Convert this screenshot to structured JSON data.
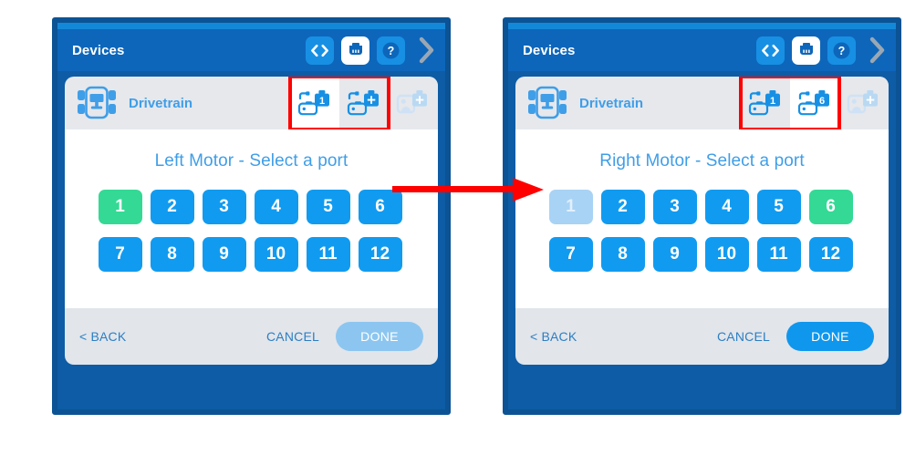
{
  "page": {
    "background": "#ffffff",
    "accent_blue": "#0d66ba",
    "frame_blue": "#0b5394",
    "port_blue": "#119bf0",
    "port_green": "#33d995",
    "port_disabled": "#a8d3f5",
    "highlight_red": "#ff0000"
  },
  "arrow": {
    "name": "transition-arrow",
    "color": "#ff0000",
    "direction": "right"
  },
  "panels": [
    {
      "id": "left",
      "header": {
        "title": "Devices",
        "icons": [
          {
            "name": "code-icon",
            "glyph": "<>",
            "style": "blue"
          },
          {
            "name": "brain-port-icon",
            "glyph": "port",
            "style": "white"
          },
          {
            "name": "help-icon",
            "glyph": "?",
            "style": "blue"
          },
          {
            "name": "chevron-right-icon",
            "glyph": ">",
            "style": "plain"
          }
        ]
      },
      "device": {
        "icon_name": "drivetrain-icon",
        "label": "Drivetrain",
        "chips": [
          {
            "name": "left-motor-chip",
            "badge": "1",
            "state": "active"
          },
          {
            "name": "right-motor-chip",
            "badge": "+",
            "state": "inactive"
          },
          {
            "name": "add-sensor-chip",
            "badge": "+",
            "state": "faded"
          }
        ],
        "highlight": {
          "name": "motor-chips-highlight",
          "visible": true
        }
      },
      "prompt": "Left Motor - Select a port",
      "ports": [
        {
          "label": "1",
          "state": "selected"
        },
        {
          "label": "2",
          "state": "normal"
        },
        {
          "label": "3",
          "state": "normal"
        },
        {
          "label": "4",
          "state": "normal"
        },
        {
          "label": "5",
          "state": "normal"
        },
        {
          "label": "6",
          "state": "normal"
        },
        {
          "label": "7",
          "state": "normal"
        },
        {
          "label": "8",
          "state": "normal"
        },
        {
          "label": "9",
          "state": "normal"
        },
        {
          "label": "10",
          "state": "normal"
        },
        {
          "label": "11",
          "state": "normal"
        },
        {
          "label": "12",
          "state": "normal"
        }
      ],
      "footer": {
        "back": "< BACK",
        "cancel": "CANCEL",
        "done": "DONE",
        "done_state": "disabled"
      }
    },
    {
      "id": "right",
      "header": {
        "title": "Devices",
        "icons": [
          {
            "name": "code-icon",
            "glyph": "<>",
            "style": "blue"
          },
          {
            "name": "brain-port-icon",
            "glyph": "port",
            "style": "white"
          },
          {
            "name": "help-icon",
            "glyph": "?",
            "style": "blue"
          },
          {
            "name": "chevron-right-icon",
            "glyph": ">",
            "style": "plain"
          }
        ]
      },
      "device": {
        "icon_name": "drivetrain-icon",
        "label": "Drivetrain",
        "chips": [
          {
            "name": "left-motor-chip",
            "badge": "1",
            "state": "inactive"
          },
          {
            "name": "right-motor-chip",
            "badge": "6",
            "state": "active"
          },
          {
            "name": "add-sensor-chip",
            "badge": "+",
            "state": "faded"
          }
        ],
        "highlight": {
          "name": "motor-chips-highlight",
          "visible": true
        }
      },
      "prompt": "Right Motor - Select a port",
      "ports": [
        {
          "label": "1",
          "state": "disabled"
        },
        {
          "label": "2",
          "state": "normal"
        },
        {
          "label": "3",
          "state": "normal"
        },
        {
          "label": "4",
          "state": "normal"
        },
        {
          "label": "5",
          "state": "normal"
        },
        {
          "label": "6",
          "state": "selected"
        },
        {
          "label": "7",
          "state": "normal"
        },
        {
          "label": "8",
          "state": "normal"
        },
        {
          "label": "9",
          "state": "normal"
        },
        {
          "label": "10",
          "state": "normal"
        },
        {
          "label": "11",
          "state": "normal"
        },
        {
          "label": "12",
          "state": "normal"
        }
      ],
      "footer": {
        "back": "< BACK",
        "cancel": "CANCEL",
        "done": "DONE",
        "done_state": "enabled"
      }
    }
  ]
}
